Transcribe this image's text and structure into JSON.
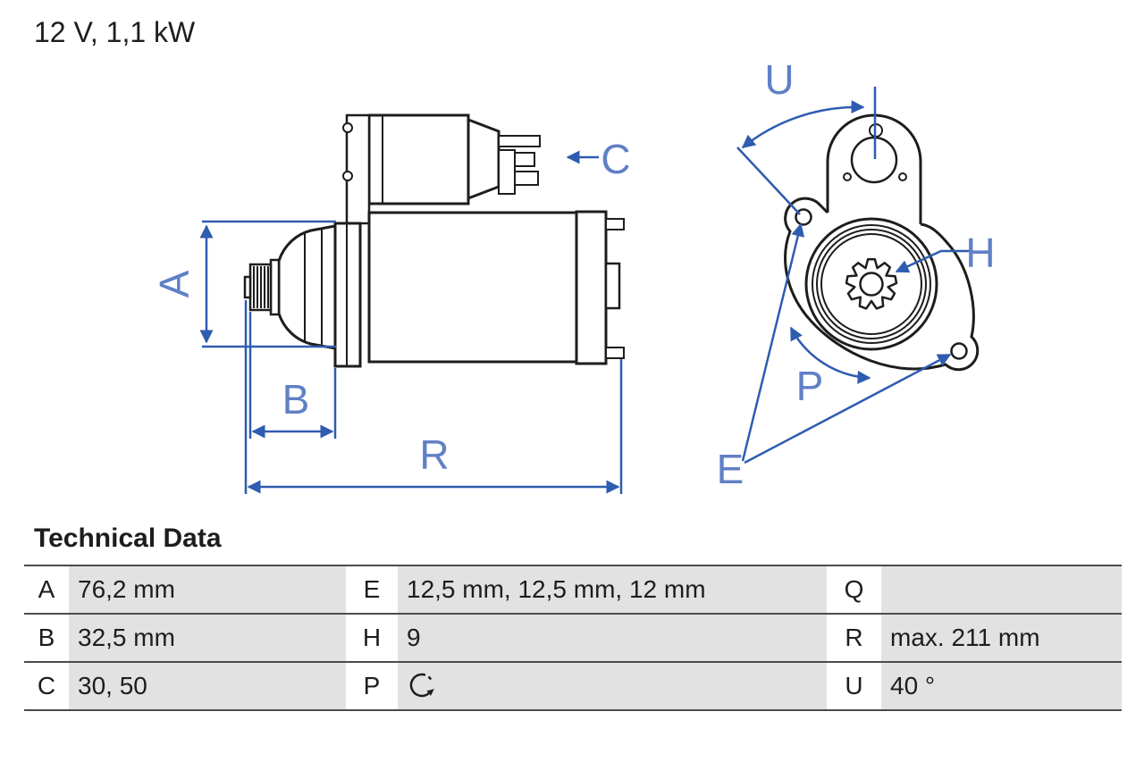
{
  "title": "12 V, 1,1 kW",
  "diagram": {
    "side_labels": {
      "a": "A",
      "b": "B",
      "c": "C",
      "r": "R"
    },
    "front_labels": {
      "u": "U",
      "h": "H",
      "p": "P",
      "e": "E"
    }
  },
  "table": {
    "heading": "Technical Data",
    "rows": [
      {
        "c1_key": "A",
        "c1_val": "76,2 mm",
        "c2_key": "E",
        "c2_val": "12,5 mm, 12,5 mm, 12 mm",
        "c3_key": "Q",
        "c3_val": ""
      },
      {
        "c1_key": "B",
        "c1_val": "32,5 mm",
        "c2_key": "H",
        "c2_val": "9",
        "c3_key": "R",
        "c3_val": "max. 211 mm"
      },
      {
        "c1_key": "C",
        "c1_val": "30, 50",
        "c2_key": "P",
        "c2_val": "",
        "c3_key": "U",
        "c3_val": "40 °"
      }
    ]
  },
  "colors": {
    "blue_line": "#2e5cb0",
    "blue_label": "#6080c6",
    "ink": "#1d1d1b",
    "cell_gray": "#e2e2e2"
  }
}
